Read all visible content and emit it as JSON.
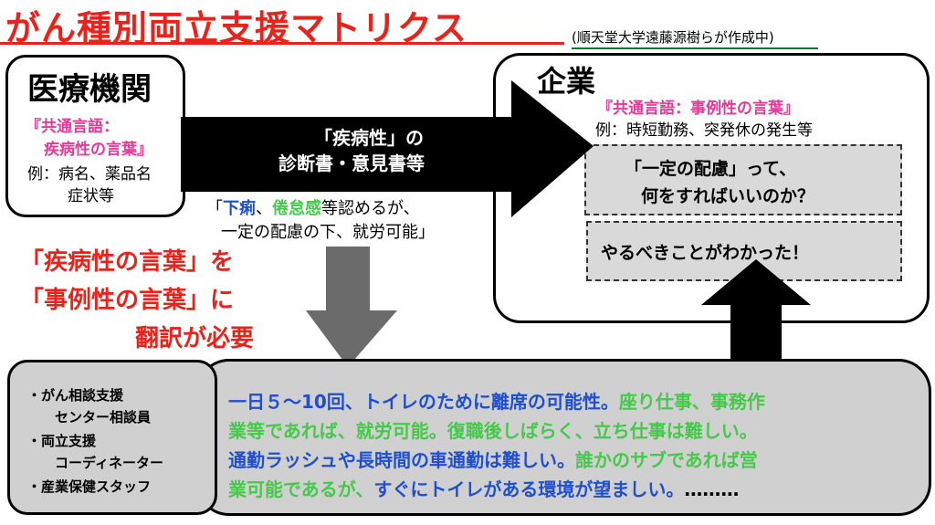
{
  "header": {
    "title": "がん種別両立支援マトリクス",
    "subtitle": "(順天堂大学遠藤源樹らが作成中)"
  },
  "medical": {
    "title": "医療機関",
    "common_line1": "『共通言語：",
    "common_line2": "疾病性の言葉』",
    "example_line1": "例：病名、薬品名",
    "example_line2": "症状等"
  },
  "arrow": {
    "line1": "「疾病性」の",
    "line2": "診断書・意見書等"
  },
  "quote": {
    "open": "「",
    "word1": "下痢",
    "sep": "、",
    "word2": "倦怠感",
    "rest": "等認めるが、",
    "line2": "一定の配慮の下、就労可能」"
  },
  "translate": {
    "line1": "「疾病性の言葉」を",
    "line2": "「事例性の言葉」に",
    "line3": "翻訳が必要"
  },
  "company": {
    "title": "企業",
    "common": "『共通言語：事例性の言葉』",
    "example": "例：時短勤務、突発休の発生等",
    "question_line1": "「一定の配慮」って、",
    "question_line2": "何をすればいいのか？",
    "understood": "やるべきことがわかった！"
  },
  "support": {
    "item1": "・がん相談支援",
    "item1b": "センター相談員",
    "item2": "・両立支援",
    "item2b": "コーディネーター",
    "item3": "・産業保健スタッフ"
  },
  "bottom": {
    "l1_blue": "一日５～10回、トイレのために離席の可能性。",
    "l1_green": "座り仕事、事務作",
    "l2_green": "業等であれば、就労可能。復職後しばらく、立ち仕事は難しい。",
    "l3_blue": "通勤ラッシュや長時間の車通勤は難しい。",
    "l3_green": "誰かのサブであれば営",
    "l4_green": "業可能であるが、",
    "l4_blue": "すぐにトイレがある環境が望ましい。",
    "l4_black": "………"
  },
  "colors": {
    "title_red": "#e8231c",
    "pink": "#e23a9a",
    "blue": "#1f4fd0",
    "green": "#46c84a",
    "panel_gray": "#d0d0d0"
  }
}
